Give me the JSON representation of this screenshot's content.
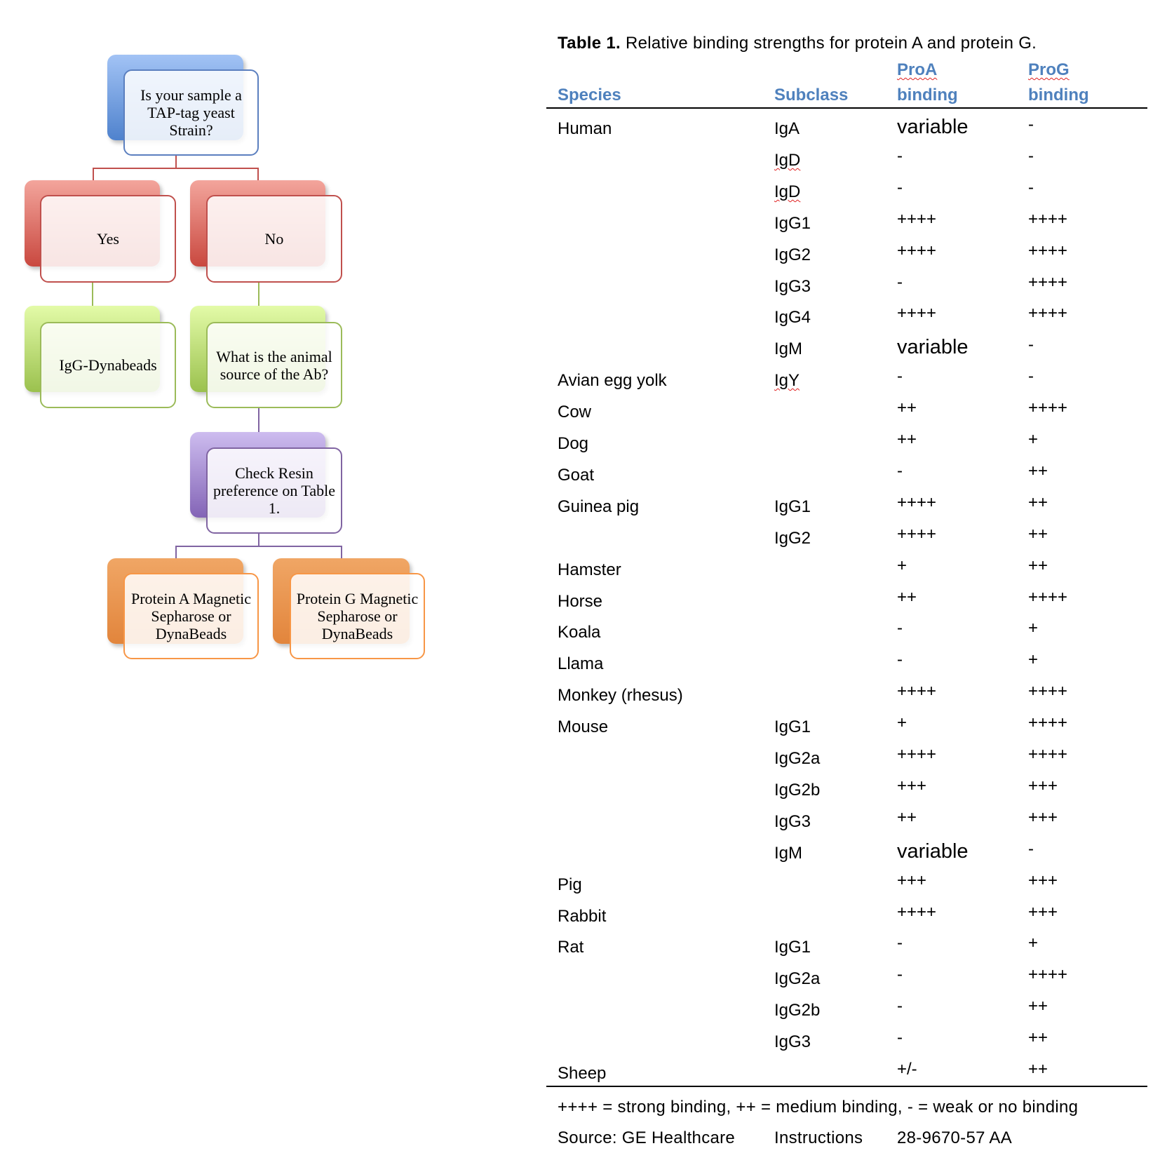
{
  "flowchart": {
    "question1": "Is your sample a TAP-tag yeast Strain?",
    "yes": "Yes",
    "no": "No",
    "yes_result": "IgG-Dynabeads",
    "question2": "What is the animal source of the Ab?",
    "check": "Check Resin preference on Table 1.",
    "option_a": "Protein A Magnetic Sepharose or DynaBeads",
    "option_g": "Protein G Magnetic Sepharose or DynaBeads"
  },
  "table": {
    "title_bold": "Table 1.",
    "title_rest": " Relative binding strengths for protein A and protein G.",
    "headers": {
      "species": "Species",
      "subclass": "Subclass",
      "proa_1": "ProA",
      "proa_2": "binding",
      "prog_1": "ProG",
      "prog_2": "binding"
    },
    "rows": [
      [
        "Human",
        "IgA",
        "variable",
        "-"
      ],
      [
        "",
        "IgD",
        "-",
        "-"
      ],
      [
        "",
        "IgD",
        "-",
        "-"
      ],
      [
        "",
        "IgG1",
        "++++",
        "++++"
      ],
      [
        "",
        "IgG2",
        "++++",
        "++++"
      ],
      [
        "",
        "IgG3",
        "-",
        "++++"
      ],
      [
        "",
        "IgG4",
        "++++",
        "++++"
      ],
      [
        "",
        "IgM",
        "variable",
        "-"
      ],
      [
        "Avian egg yolk",
        "IgY",
        "-",
        "-"
      ],
      [
        "Cow",
        "",
        "++",
        "++++"
      ],
      [
        "Dog",
        "",
        "++",
        "+"
      ],
      [
        "Goat",
        "",
        "-",
        "++"
      ],
      [
        "Guinea pig",
        "IgG1",
        "++++",
        "++"
      ],
      [
        "",
        "IgG2",
        "++++",
        "++"
      ],
      [
        "Hamster",
        "",
        "+",
        "++"
      ],
      [
        "Horse",
        "",
        "++",
        "++++"
      ],
      [
        "Koala",
        "",
        "-",
        "+"
      ],
      [
        "Llama",
        "",
        "-",
        "+"
      ],
      [
        "Monkey (rhesus)",
        "",
        "++++",
        "++++"
      ],
      [
        "Mouse",
        "IgG1",
        "+",
        "++++"
      ],
      [
        "",
        "IgG2a",
        "++++",
        "++++"
      ],
      [
        "",
        "IgG2b",
        "+++",
        "+++"
      ],
      [
        "",
        "IgG3",
        "++",
        "+++"
      ],
      [
        "",
        "IgM",
        "variable",
        "-"
      ],
      [
        "Pig",
        "",
        "+++",
        "+++"
      ],
      [
        "Rabbit",
        "",
        "++++",
        "+++"
      ],
      [
        "Rat",
        "IgG1",
        "-",
        "+"
      ],
      [
        "",
        "IgG2a",
        "-",
        "++++"
      ],
      [
        "",
        "IgG2b",
        "-",
        "++"
      ],
      [
        "",
        "IgG3",
        "-",
        "++"
      ],
      [
        "Sheep",
        "",
        "+/-",
        "++"
      ]
    ],
    "legend": "++++ = strong binding, ++ = medium binding, - = weak or no binding",
    "source_label": "Source: GE Healthcare",
    "source_doc": "Instructions",
    "source_code": "28-9670-57 AA"
  }
}
